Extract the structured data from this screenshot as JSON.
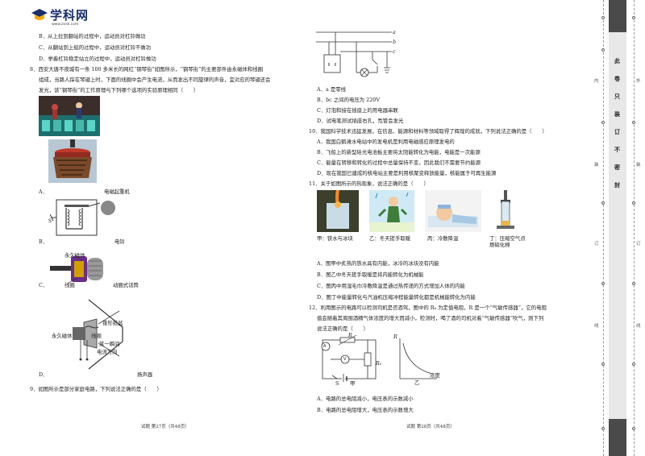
{
  "logo": {
    "name": "学科网",
    "url": "www.zxxk.com"
  },
  "left_column": {
    "options_prev": [
      "B．从上拉到翻站的过程中，运动员对杠铃做功",
      "C．从翻站到上挺的过程中，运动员对杠铃不做功",
      "D．举着杠铃稳定站立的过程中，运动员对杠铃做功"
    ],
    "q8_text": [
      "8．西安大唐不夜城有一条 100 多米长的网红“钢琴街”如图所示，“钢琴街”的主要部件由永磁体和线圈",
      "组成，当路人踩在琴键上时，下面的线圈中会产生电流，从而发出不同旋律的声音，宜对应的琴键还会",
      "发光，该“钢琴街”的工作原理与下列哪个选项的实验原理相同（　　）"
    ],
    "q8_options": {
      "A": "A．",
      "A_label": "电磁起重机",
      "B": "B．",
      "B_label": "电铃",
      "C": "C．",
      "C_label": "动圈式话筒",
      "D": "D．",
      "D_label": "扬声器"
    },
    "mic_labels": [
      "永久磁体",
      "线圈"
    ],
    "speaker_labels": [
      "永久磁体",
      "线圈",
      "锥形纸盆",
      "某一瞬间",
      "电流方向"
    ],
    "bell_label": "S",
    "q9_text": "9．如图所示是部分家庭电路，下列说法正确的是（　　）",
    "footer": "试题 第27页（共48页）"
  },
  "right_column": {
    "circuit_labels": [
      "a",
      "b",
      "c"
    ],
    "q9_options": [
      "A．a 是零线",
      "B．bc 之间的电压为 220V",
      "C．灯泡和接在插座上的用电器串联",
      "D．试电笔测试插座右孔，氖管会发光"
    ],
    "q10_text": "10．我国科学技术迅猛发展，在信息、能源和材料等领域取得了辉煌的成就，下列说法正确的是（　　）",
    "q10_options": [
      "A．我国白鹤滩水电站中的发电机是利用电磁感应原理发电的",
      "B．飞船上的新型硅光电池板主要将太阳能转化为电能，电能是一次能源",
      "C．能量在转移和转化的过程中总量保持不变，因此我们不需要节约能源",
      "D．现在我国已建成的核电站主要是利用核聚变释放能量，核能属于可再生能源"
    ],
    "q11_text": "11．关于如图所示的热现象，说法正确的是（　　）",
    "q11_captions": [
      "甲：铁水与冰块",
      "乙：冬天搓手取暖",
      "丙：冷敷降温",
      "丁：压缩空气点燃硝化棉"
    ],
    "q11_options": [
      "A．图甲中炙热的铁水具有内能，冰冷的冰块没有内能",
      "B．图乙中冬天搓手取暖是将内能转化为机械能",
      "C．图丙中用湿毛巾冷敷降温是通过热传递的方式增加人体的内能",
      "D．图丁中能量转化与汽油机压缩冲程能量转化都是机械能转化为内能"
    ],
    "q12_text": [
      "12．利用图示的电路可以检测司机是否酒驾，图中的 R₀ 为定值电阻，R 是一个“气敏传感器”，它的电阻",
      "值会随着其周围酒精气体浓度的增大而减小，检测时，喝了酒的司机对着“气敏传感器”吹气，则下列",
      "说法正确的是（　　）"
    ],
    "q12_fig_labels": {
      "A": "A",
      "R": "R",
      "V": "V",
      "R0": "R₀",
      "S": "S",
      "jia": "甲",
      "yi": "乙",
      "conc": "浓度",
      "Ry": "R"
    },
    "q12_options": [
      "A．电路的总电阻减小，电压表的示数减小",
      "B．电路的总电阻增大，电压表的示数增大"
    ],
    "footer": "试题 第28页（共48页）"
  },
  "binding_margin": {
    "vertical_text": [
      "此",
      "卷",
      "只",
      "装",
      "订",
      "不",
      "密",
      "封"
    ],
    "inner_marks": [
      "内",
      "装",
      "订",
      "线"
    ],
    "outer_marks": [
      "外",
      "装",
      "订",
      "线"
    ]
  }
}
